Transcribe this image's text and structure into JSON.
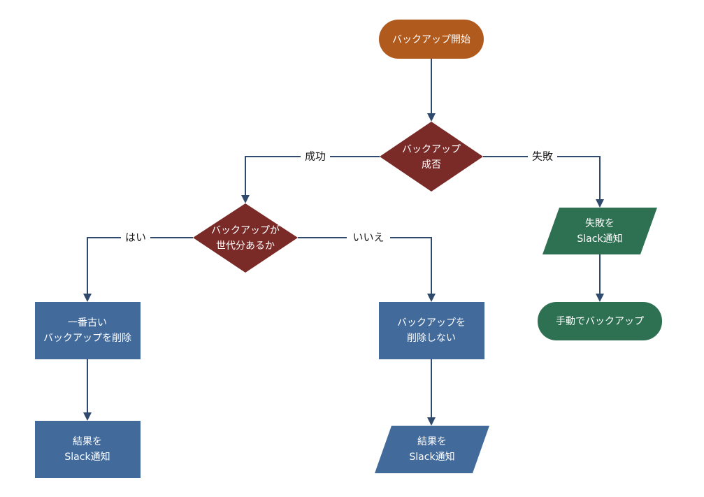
{
  "colors": {
    "start": "#b05a1e",
    "decision": "#7a2a27",
    "process_blue": "#426b9c",
    "io_green": "#2e7052",
    "edge": "#2f4a6d"
  },
  "nodes": {
    "start": {
      "lines": [
        "バックアップ開始"
      ]
    },
    "decision_success": {
      "lines": [
        "バックアップ",
        "成否"
      ]
    },
    "decision_generations": {
      "lines": [
        "バックアップが",
        "世代分あるか"
      ]
    },
    "notify_failure": {
      "lines": [
        "失敗を",
        "Slack通知"
      ]
    },
    "manual_backup": {
      "lines": [
        "手動でバックアップ"
      ]
    },
    "delete_oldest": {
      "lines": [
        "一番古い",
        "バックアップを削除"
      ]
    },
    "keep_backups": {
      "lines": [
        "バックアップを",
        "削除しない"
      ]
    },
    "notify_result_left": {
      "lines": [
        "結果を",
        "Slack通知"
      ]
    },
    "notify_result_right": {
      "lines": [
        "結果を",
        "Slack通知"
      ]
    }
  },
  "edge_labels": {
    "success": "成功",
    "failure": "失敗",
    "yes": "はい",
    "no": "いいえ"
  }
}
